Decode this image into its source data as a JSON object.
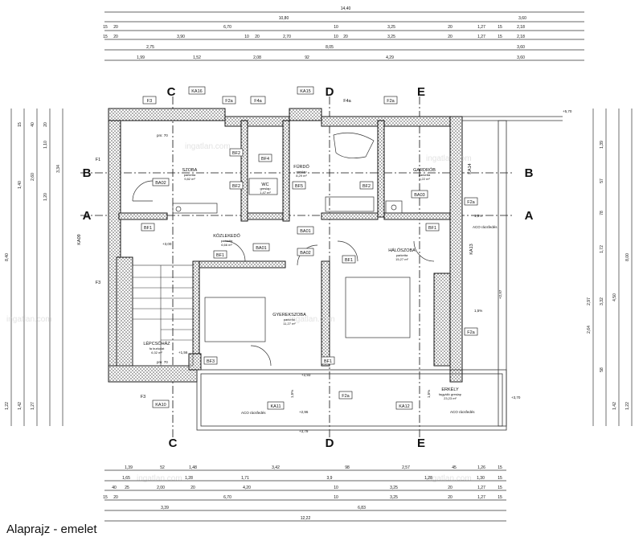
{
  "caption": "Alaprajz - emelet",
  "rooms": [
    {
      "name": "SZOBA",
      "finish": "parketta",
      "area": "9,82 m²"
    },
    {
      "name": "FÜRDŐ",
      "finish": "greslap",
      "area": "8,29 m²"
    },
    {
      "name": "GARDRÓB",
      "finish": "parketta",
      "area": "5,22 m²"
    },
    {
      "name": "WC",
      "finish": "greslap",
      "area": "1,47 m²"
    },
    {
      "name": "KÖZLEKEDŐ",
      "finish": "parketta",
      "area": "6,66 m²"
    },
    {
      "name": "HÁLÓSZOBA",
      "finish": "parketta",
      "area": "15,27 m²"
    },
    {
      "name": "GYEREKSZOBA",
      "finish": "parketta",
      "area": "11,27 m²"
    },
    {
      "name": "LÉPCSŐHÁZ",
      "finish": "fa burkolat",
      "area": "6,32 m²"
    },
    {
      "name": "ERKÉLY",
      "finish": "fagyálló greslap",
      "area": "23,23 m²"
    }
  ],
  "section_markers": {
    "left": [
      "C",
      "D",
      "E"
    ],
    "sides": [
      "B",
      "A"
    ]
  },
  "top_dims": {
    "row1": [
      "14,40"
    ],
    "row2": [
      "10,80",
      "3,60"
    ],
    "row3": [
      "15",
      "20",
      "6,70",
      "10",
      "3,25",
      "20",
      "1,27",
      "15",
      "2,18"
    ],
    "row4": [
      "15",
      "20",
      "3,90",
      "10",
      "20",
      "2,70",
      "10",
      "20",
      "3,25",
      "20",
      "1,27",
      "15",
      "2,18"
    ],
    "row5": [
      "2,75",
      "8,05",
      "3,60"
    ],
    "row6": [
      "1,99",
      "1,52",
      "2,08",
      "92",
      "4,29",
      "3,60"
    ]
  },
  "bottom_dims": {
    "row1": [
      "1,39",
      "52",
      "1,48",
      "3,42",
      "98",
      "2,57",
      "45",
      "1,26",
      "15"
    ],
    "row2": [
      "1,65",
      "1,28",
      "1,71",
      "3,9",
      "1,28",
      "1,30",
      "15"
    ],
    "row3": [
      "40",
      "25",
      "2,00",
      "20",
      "4,20",
      "10",
      "3,25",
      "20",
      "1,27",
      "15"
    ],
    "row4": [
      "15",
      "20",
      "6,70",
      "10",
      "3,25",
      "20",
      "1,27",
      "15"
    ],
    "row5": [
      "3,39",
      "6,83"
    ],
    "row6": [
      "12,22"
    ]
  },
  "left_dims": [
    "8,40",
    "1,22",
    "1,42",
    "1,27",
    "1,10",
    "40",
    "20",
    "15",
    "3,34",
    "2,60",
    "1,20",
    "1,40"
  ],
  "right_dims": [
    "8,00",
    "4,50",
    "1,22",
    "1,42",
    "1,39",
    "57",
    "78",
    "1,72",
    "2,97",
    "3,32",
    "2,64",
    "58"
  ],
  "element_tags": [
    "F3",
    "KA16",
    "F2a",
    "F4a",
    "KA15",
    "F4a",
    "F2a",
    "F1",
    "BF2",
    "BF4",
    "BF2",
    "BF5",
    "BF2",
    "BA02",
    "BF1",
    "BA01",
    "BA03",
    "KA14",
    "F2a",
    "BF1",
    "BA01",
    "BA02",
    "KA13",
    "BF1",
    "BF1",
    "F3",
    "BF3",
    "F3",
    "KA10",
    "KA11",
    "BF1",
    "F2a",
    "KA12",
    "F2a",
    "KA09"
  ],
  "levels": [
    "+5,70",
    "+3,00",
    "+1,56",
    "+2,93",
    "+2,96",
    "+2,97",
    "+3,70",
    "+3,79"
  ],
  "notes": [
    "pm: 70",
    "pm: 70",
    "ACO rácsfedés",
    "ACO rácsfedés",
    "ACO rácsfedés",
    "1,5%",
    "1,5%",
    "1,5%",
    "1,5%"
  ],
  "watermark": "ingatlan.com",
  "colors": {
    "line": "#1a1a1a",
    "hatch": "#555555",
    "dim": "#333333"
  }
}
